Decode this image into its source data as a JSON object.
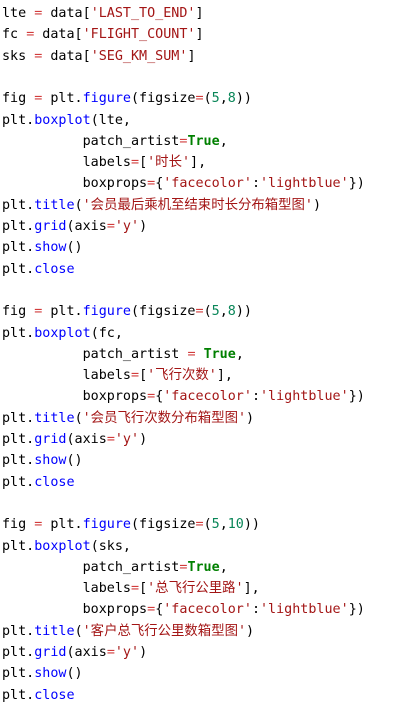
{
  "colors": {
    "text": "#000000",
    "function": "#0000ff",
    "string": "#a31515",
    "operator": "#d23c3c",
    "keyword": "#008000",
    "number": "#098658"
  },
  "lines": [
    [
      [
        "t",
        "lte "
      ],
      [
        "o",
        "="
      ],
      [
        "t",
        " data["
      ],
      [
        "s",
        "'LAST_TO_END'"
      ],
      [
        "t",
        "]"
      ]
    ],
    [
      [
        "t",
        "fc "
      ],
      [
        "o",
        "="
      ],
      [
        "t",
        " data["
      ],
      [
        "s",
        "'FLIGHT_COUNT'"
      ],
      [
        "t",
        "]"
      ]
    ],
    [
      [
        "t",
        "sks "
      ],
      [
        "o",
        "="
      ],
      [
        "t",
        " data["
      ],
      [
        "s",
        "'SEG_KM_SUM'"
      ],
      [
        "t",
        "]"
      ]
    ],
    [],
    [
      [
        "t",
        "fig "
      ],
      [
        "o",
        "="
      ],
      [
        "t",
        " plt."
      ],
      [
        "k",
        "figure"
      ],
      [
        "t",
        "(figsize"
      ],
      [
        "o",
        "="
      ],
      [
        "t",
        "("
      ],
      [
        "n",
        "5"
      ],
      [
        "t",
        ","
      ],
      [
        "n",
        "8"
      ],
      [
        "t",
        "))"
      ]
    ],
    [
      [
        "t",
        "plt."
      ],
      [
        "k",
        "boxplot"
      ],
      [
        "t",
        "(lte,"
      ]
    ],
    [
      [
        "t",
        "          patch_artist"
      ],
      [
        "o",
        "="
      ],
      [
        "b",
        "True"
      ],
      [
        "t",
        ","
      ]
    ],
    [
      [
        "t",
        "          labels"
      ],
      [
        "o",
        "="
      ],
      [
        "t",
        "["
      ],
      [
        "s",
        "'时长'"
      ],
      [
        "t",
        "],"
      ]
    ],
    [
      [
        "t",
        "          boxprops"
      ],
      [
        "o",
        "="
      ],
      [
        "t",
        "{"
      ],
      [
        "s",
        "'facecolor'"
      ],
      [
        "t",
        ":"
      ],
      [
        "s",
        "'lightblue'"
      ],
      [
        "t",
        "})"
      ]
    ],
    [
      [
        "t",
        "plt."
      ],
      [
        "k",
        "title"
      ],
      [
        "t",
        "("
      ],
      [
        "s",
        "'会员最后乘机至结束时长分布箱型图'"
      ],
      [
        "t",
        ")"
      ]
    ],
    [
      [
        "t",
        "plt."
      ],
      [
        "k",
        "grid"
      ],
      [
        "t",
        "(axis"
      ],
      [
        "o",
        "="
      ],
      [
        "s",
        "'y'"
      ],
      [
        "t",
        ")"
      ]
    ],
    [
      [
        "t",
        "plt."
      ],
      [
        "k",
        "show"
      ],
      [
        "t",
        "()"
      ]
    ],
    [
      [
        "t",
        "plt."
      ],
      [
        "k",
        "close"
      ]
    ],
    [],
    [
      [
        "t",
        "fig "
      ],
      [
        "o",
        "="
      ],
      [
        "t",
        " plt."
      ],
      [
        "k",
        "figure"
      ],
      [
        "t",
        "(figsize"
      ],
      [
        "o",
        "="
      ],
      [
        "t",
        "("
      ],
      [
        "n",
        "5"
      ],
      [
        "t",
        ","
      ],
      [
        "n",
        "8"
      ],
      [
        "t",
        "))"
      ]
    ],
    [
      [
        "t",
        "plt."
      ],
      [
        "k",
        "boxplot"
      ],
      [
        "t",
        "(fc,"
      ]
    ],
    [
      [
        "t",
        "          patch_artist "
      ],
      [
        "o",
        "="
      ],
      [
        "t",
        " "
      ],
      [
        "b",
        "True"
      ],
      [
        "t",
        ","
      ]
    ],
    [
      [
        "t",
        "          labels"
      ],
      [
        "o",
        "="
      ],
      [
        "t",
        "["
      ],
      [
        "s",
        "'飞行次数'"
      ],
      [
        "t",
        "],"
      ]
    ],
    [
      [
        "t",
        "          boxprops"
      ],
      [
        "o",
        "="
      ],
      [
        "t",
        "{"
      ],
      [
        "s",
        "'facecolor'"
      ],
      [
        "t",
        ":"
      ],
      [
        "s",
        "'lightblue'"
      ],
      [
        "t",
        "})"
      ]
    ],
    [
      [
        "t",
        "plt."
      ],
      [
        "k",
        "title"
      ],
      [
        "t",
        "("
      ],
      [
        "s",
        "'会员飞行次数分布箱型图'"
      ],
      [
        "t",
        ")"
      ]
    ],
    [
      [
        "t",
        "plt."
      ],
      [
        "k",
        "grid"
      ],
      [
        "t",
        "(axis"
      ],
      [
        "o",
        "="
      ],
      [
        "s",
        "'y'"
      ],
      [
        "t",
        ")"
      ]
    ],
    [
      [
        "t",
        "plt."
      ],
      [
        "k",
        "show"
      ],
      [
        "t",
        "()"
      ]
    ],
    [
      [
        "t",
        "plt."
      ],
      [
        "k",
        "close"
      ]
    ],
    [],
    [
      [
        "t",
        "fig "
      ],
      [
        "o",
        "="
      ],
      [
        "t",
        " plt."
      ],
      [
        "k",
        "figure"
      ],
      [
        "t",
        "(figsize"
      ],
      [
        "o",
        "="
      ],
      [
        "t",
        "("
      ],
      [
        "n",
        "5"
      ],
      [
        "t",
        ","
      ],
      [
        "n",
        "10"
      ],
      [
        "t",
        "))"
      ]
    ],
    [
      [
        "t",
        "plt."
      ],
      [
        "k",
        "boxplot"
      ],
      [
        "t",
        "(sks,"
      ]
    ],
    [
      [
        "t",
        "          patch_artist"
      ],
      [
        "o",
        "="
      ],
      [
        "b",
        "True"
      ],
      [
        "t",
        ","
      ]
    ],
    [
      [
        "t",
        "          labels"
      ],
      [
        "o",
        "="
      ],
      [
        "t",
        "["
      ],
      [
        "s",
        "'总飞行公里路'"
      ],
      [
        "t",
        "],"
      ]
    ],
    [
      [
        "t",
        "          boxprops"
      ],
      [
        "o",
        "="
      ],
      [
        "t",
        "{"
      ],
      [
        "s",
        "'facecolor'"
      ],
      [
        "t",
        ":"
      ],
      [
        "s",
        "'lightblue'"
      ],
      [
        "t",
        "})"
      ]
    ],
    [
      [
        "t",
        "plt."
      ],
      [
        "k",
        "title"
      ],
      [
        "t",
        "("
      ],
      [
        "s",
        "'客户总飞行公里数箱型图'"
      ],
      [
        "t",
        ")"
      ]
    ],
    [
      [
        "t",
        "plt."
      ],
      [
        "k",
        "grid"
      ],
      [
        "t",
        "(axis"
      ],
      [
        "o",
        "="
      ],
      [
        "s",
        "'y'"
      ],
      [
        "t",
        ")"
      ]
    ],
    [
      [
        "t",
        "plt."
      ],
      [
        "k",
        "show"
      ],
      [
        "t",
        "()"
      ]
    ],
    [
      [
        "t",
        "plt."
      ],
      [
        "k",
        "close"
      ]
    ]
  ]
}
